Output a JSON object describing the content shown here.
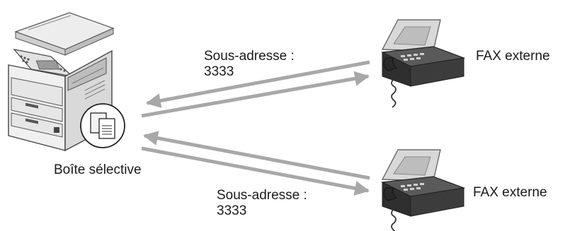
{
  "mfp": {
    "box_label": "Boîte sélective"
  },
  "top_link": {
    "subaddress_line1": "Sous-adresse :",
    "subaddress_line2": "3333"
  },
  "bottom_link": {
    "subaddress_line1": "Sous-adresse :",
    "subaddress_line2": "3333"
  },
  "fax_top": {
    "label": "FAX externe"
  },
  "fax_bottom": {
    "label": "FAX externe"
  },
  "colors": {
    "arrow": "#a8a8a8",
    "device_dark": "#3a3a3a",
    "device_light": "#d8d8d8"
  },
  "icons": [
    "multifunction-printer-icon",
    "selective-box-icon",
    "fax-machine-icon"
  ]
}
